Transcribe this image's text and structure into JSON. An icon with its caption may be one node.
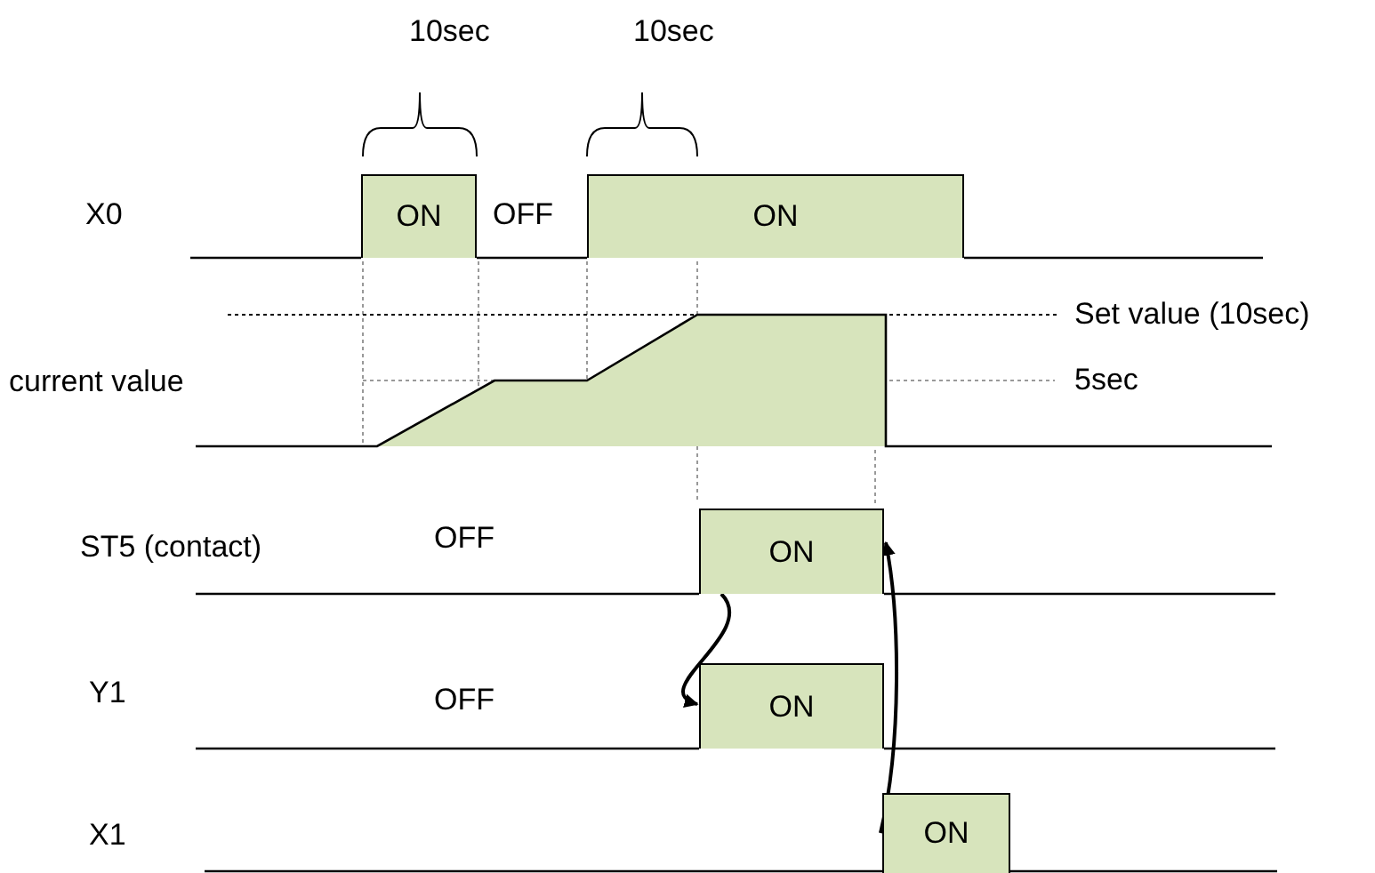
{
  "diagram": {
    "nodes": [
      {
        "text": [
          "ON"
        ]
      },
      {
        "text": [
          "ON"
        ]
      },
      {
        "text": [
          "ON"
        ]
      },
      {
        "text": [
          "ON"
        ]
      },
      {
        "text": [
          "ON"
        ]
      }
    ],
    "edges": [
      {
        "from": 2,
        "to": 3,
        "arrow": "to"
      },
      {
        "from": 4,
        "to": 2,
        "arrow": "to"
      }
    ],
    "labels": [
      "10sec",
      "10sec",
      "X0",
      "OFF",
      "Set value (10sec)",
      "current value",
      "5sec",
      "ST5 (contact)",
      "OFF",
      "Y1",
      "OFF",
      "X1"
    ]
  }
}
